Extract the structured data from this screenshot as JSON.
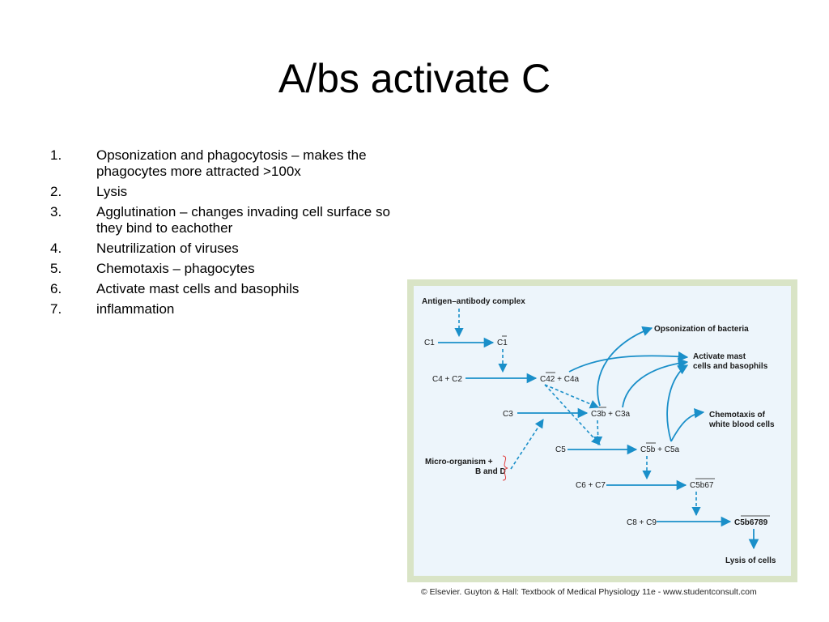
{
  "slide": {
    "title": "A/bs activate C",
    "points": [
      {
        "num": "1.",
        "text": "Opsonization and phagocytosis – makes the phagocytes more attracted >100x"
      },
      {
        "num": "2.",
        "text": "Lysis"
      },
      {
        "num": "3.",
        "text": "Agglutination – changes invading cell surface so they bind to eachother"
      },
      {
        "num": "4.",
        "text": "Neutrilization of viruses"
      },
      {
        "num": "5.",
        "text": "Chemotaxis – phagocytes"
      },
      {
        "num": "6.",
        "text": "Activate mast cells and basophils"
      },
      {
        "num": "7.",
        "text": "inflammation"
      }
    ]
  },
  "figure": {
    "labels": {
      "antigen_antibody": "Antigen–antibody complex",
      "c1": "C1",
      "c1_active": "C1",
      "c4_c2": "C4 + C2",
      "c42_c4a_a": "C",
      "c42_c4a_b": "42",
      "c42_c4a_c": " + C4a",
      "c3": "C3",
      "c3b_c3a_a": "C",
      "c3b_c3a_b": "3b",
      "c3b_c3a_c": " + C3a",
      "c5": "C5",
      "c5b_c5a_a": "C",
      "c5b_c5a_b": "5b",
      "c5b_c5a_c": " + C5a",
      "c6_c7": "C6 + C7",
      "c5b67_a": "C",
      "c5b67_b": "5b67",
      "c8_c9": "C8 + C9",
      "c5b6789_a": "C",
      "c5b6789_b": "5b6789",
      "micro_line1": "Micro-organism +",
      "micro_line2": "B and D",
      "opsonization": "Opsonization of bacteria",
      "mast_line1": "Activate mast",
      "mast_line2": "cells and basophils",
      "chemo_line1": "Chemotaxis of",
      "chemo_line2": "white blood cells",
      "lysis": "Lysis of cells"
    },
    "colors": {
      "arrow": "#1a8fc9",
      "brace": "#e04040",
      "frame": "#d9e4c6",
      "panel": "#edf5fb"
    }
  },
  "caption": "© Elsevier. Guyton & Hall: Textbook of Medical Physiology 11e - www.studentconsult.com"
}
